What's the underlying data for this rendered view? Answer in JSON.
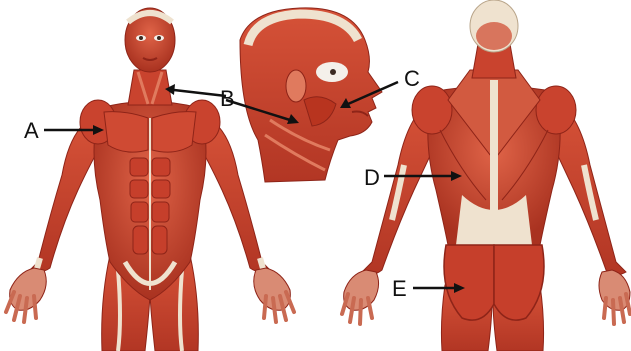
{
  "colors": {
    "muscle": "#c9432e",
    "muscle_dark": "#8e2418",
    "muscle_light": "#e07a5e",
    "tendon": "#efe2cf",
    "skin": "#f1cdb6",
    "arrow": "#111111",
    "background": "#ffffff"
  },
  "figures": {
    "front": {
      "icon": "anterior-muscle-figure-icon"
    },
    "head": {
      "icon": "head-side-muscle-icon"
    },
    "back": {
      "icon": "posterior-muscle-figure-icon"
    }
  },
  "labels": {
    "a": "A",
    "b": "B",
    "c": "C",
    "d": "D",
    "e": "E"
  }
}
